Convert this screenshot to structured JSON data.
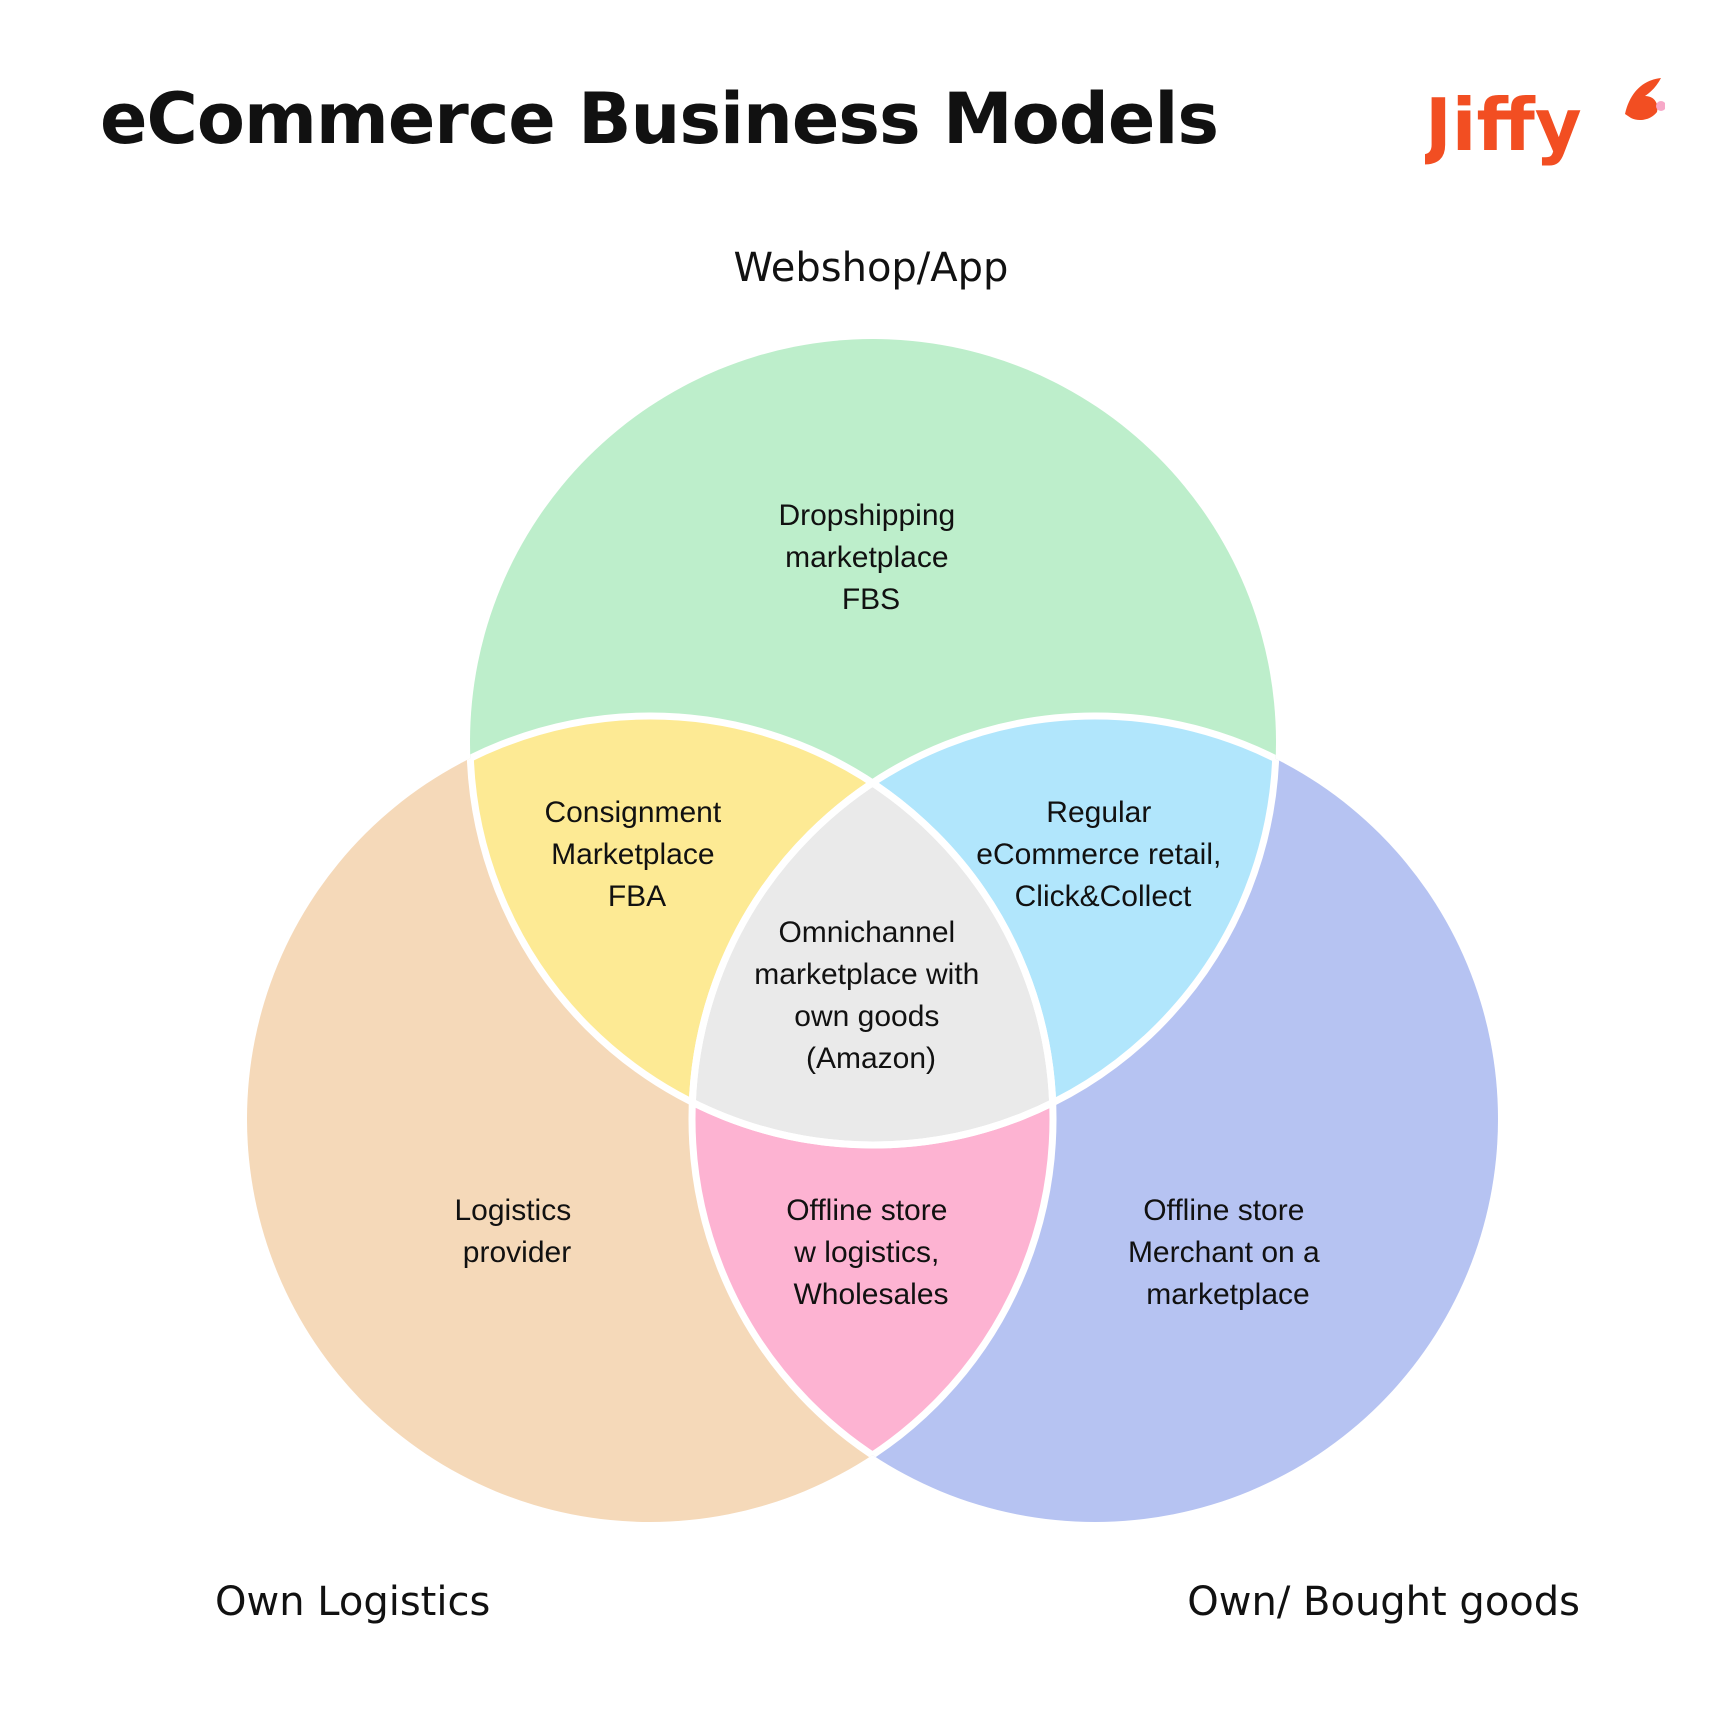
{
  "title": "eCommerce Business Models",
  "logo": {
    "text": "Jiffy",
    "color": "#f24e22",
    "accent": "#f7a8c8"
  },
  "sets": [
    {
      "key": "top",
      "label": "Webshop/App",
      "color": "#bdeecb"
    },
    {
      "key": "left",
      "label": "Own Logistics",
      "color": "#f5d9b9"
    },
    {
      "key": "right",
      "label": "Own/ Bought goods",
      "color": "#b6c3f2"
    }
  ],
  "regions": {
    "top_only": {
      "lines": [
        "Dropshipping",
        "marketplace",
        "FBS"
      ]
    },
    "left_only": {
      "lines": [
        "Logistics",
        "provider"
      ]
    },
    "right_only": {
      "lines": [
        "Offline store",
        "Merchant on a",
        "marketplace"
      ]
    },
    "top_left": {
      "color": "#fdea94",
      "lines": [
        "Consignment",
        "Marketplace",
        "FBA"
      ]
    },
    "top_right": {
      "color": "#b1e6fc",
      "lines": [
        "Regular",
        "eCommerce retail,",
        "Click&Collect"
      ]
    },
    "left_right": {
      "color": "#fdb3d2",
      "lines": [
        "Offline store",
        "w logistics,",
        "Wholesales"
      ]
    },
    "center": {
      "color": "#eaeaea",
      "lines": [
        "Omnichannel",
        "marketplace with",
        "own goods",
        "(Amazon)"
      ]
    }
  }
}
